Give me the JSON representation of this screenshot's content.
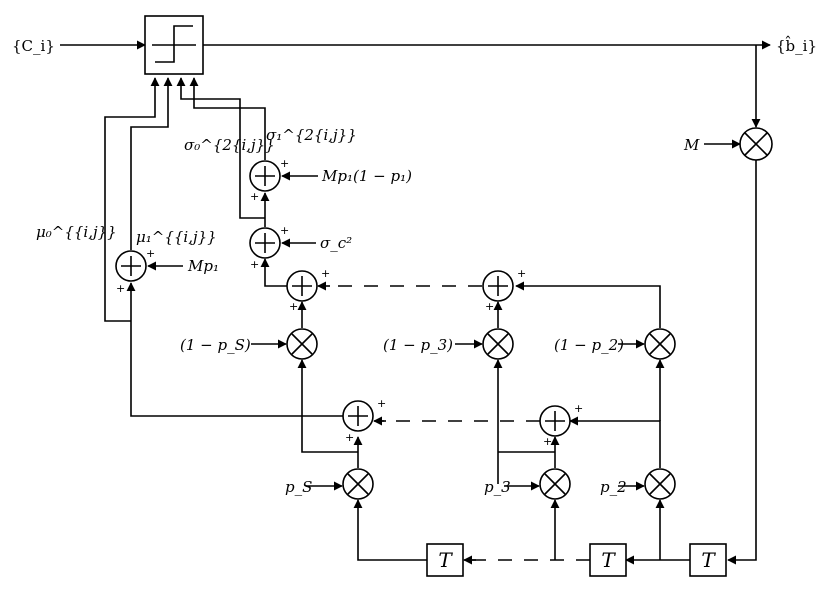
{
  "input": {
    "label": "{C_i}"
  },
  "output": {
    "label": "{b̂_i}"
  },
  "decision_block": {
    "icon": "threshold-step-icon"
  },
  "gain": {
    "label": "M"
  },
  "sum_signs": {
    "plus": "+"
  },
  "variance": {
    "sigma0": "σ₀^{2{i,j}}",
    "sigma1": "σ₁^{2{i,j}}",
    "inject_term": "Mp₁(1 − p₁)",
    "noise_term": "σ_c²"
  },
  "mean": {
    "mu0": "μ₀^{{i,j}}",
    "mu1": "μ₁^{{i,j}}",
    "inject_term": "Mp₁"
  },
  "weights": {
    "one_minus": [
      "(1 − p_S)",
      "(1 − p_3)",
      "(1 − p_2)"
    ],
    "probs": [
      "p_S",
      "p_3",
      "p_2"
    ]
  },
  "delay": {
    "label": "T"
  }
}
